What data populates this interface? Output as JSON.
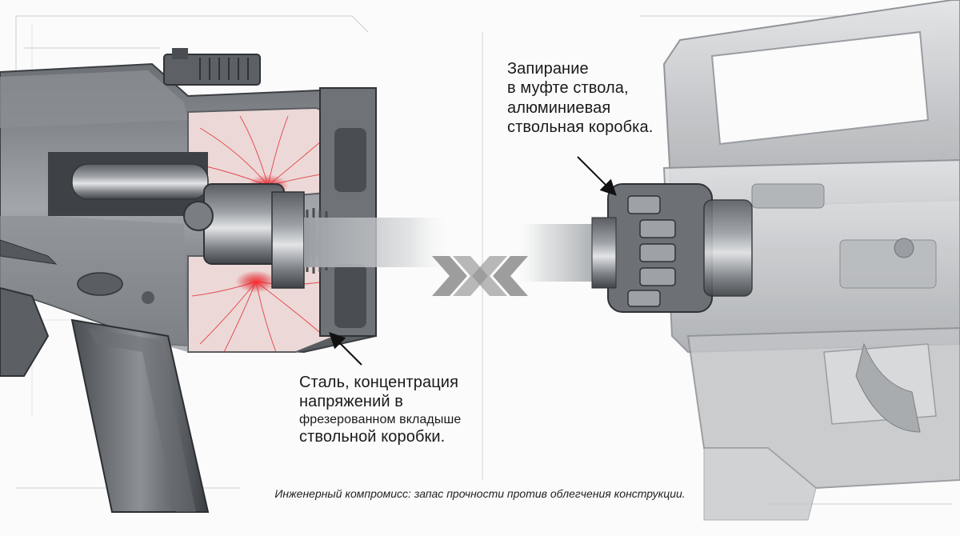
{
  "labels": {
    "right": {
      "line1": "Запирание",
      "line2": "в муфте ствола,",
      "line3": "алюминиевая",
      "line4": "ствольная коробка."
    },
    "left": {
      "line1": "Сталь, концентрация",
      "line2": "напряжений в",
      "line3": "фрезерованном вкладыше",
      "line4": "ствольной коробки."
    }
  },
  "caption": "Инженерный компромисс: запас прочности против облегчения конструкции.",
  "colors": {
    "steel_dark": "#4f5358",
    "steel_mid": "#8a8e93",
    "steel_light": "#d6d8da",
    "aluminum": "#c9cacc",
    "stress_red": "#e0202a",
    "arrow_gray": "#8c8c8c"
  },
  "icons": {
    "center": "double-chevron-converge-icon"
  }
}
